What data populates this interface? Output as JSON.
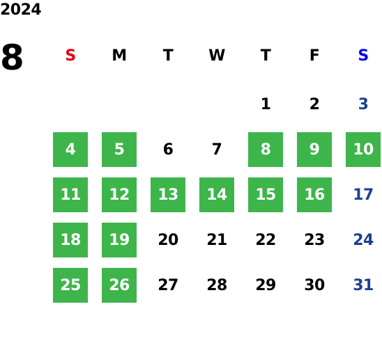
{
  "calendar": {
    "year": "2024",
    "month": "8",
    "weekdays": [
      {
        "label": "S",
        "kind": "sun-head"
      },
      {
        "label": "M",
        "kind": "plain"
      },
      {
        "label": "T",
        "kind": "plain"
      },
      {
        "label": "W",
        "kind": "plain"
      },
      {
        "label": "T",
        "kind": "plain"
      },
      {
        "label": "F",
        "kind": "plain"
      },
      {
        "label": "S",
        "kind": "sat-head"
      }
    ],
    "weeks": [
      [
        {
          "day": "",
          "highlight": false
        },
        {
          "day": "",
          "highlight": false
        },
        {
          "day": "",
          "highlight": false
        },
        {
          "day": "",
          "highlight": false
        },
        {
          "day": "1",
          "highlight": false
        },
        {
          "day": "2",
          "highlight": false
        },
        {
          "day": "3",
          "highlight": false
        }
      ],
      [
        {
          "day": "4",
          "highlight": true
        },
        {
          "day": "5",
          "highlight": true
        },
        {
          "day": "6",
          "highlight": false
        },
        {
          "day": "7",
          "highlight": false
        },
        {
          "day": "8",
          "highlight": true
        },
        {
          "day": "9",
          "highlight": true
        },
        {
          "day": "10",
          "highlight": true
        }
      ],
      [
        {
          "day": "11",
          "highlight": true
        },
        {
          "day": "12",
          "highlight": true
        },
        {
          "day": "13",
          "highlight": true
        },
        {
          "day": "14",
          "highlight": true
        },
        {
          "day": "15",
          "highlight": true
        },
        {
          "day": "16",
          "highlight": true
        },
        {
          "day": "17",
          "highlight": false
        }
      ],
      [
        {
          "day": "18",
          "highlight": true
        },
        {
          "day": "19",
          "highlight": true
        },
        {
          "day": "20",
          "highlight": false
        },
        {
          "day": "21",
          "highlight": false
        },
        {
          "day": "22",
          "highlight": false
        },
        {
          "day": "23",
          "highlight": false
        },
        {
          "day": "24",
          "highlight": false
        }
      ],
      [
        {
          "day": "25",
          "highlight": true
        },
        {
          "day": "26",
          "highlight": true
        },
        {
          "day": "27",
          "highlight": false
        },
        {
          "day": "28",
          "highlight": false
        },
        {
          "day": "29",
          "highlight": false
        },
        {
          "day": "30",
          "highlight": false
        },
        {
          "day": "31",
          "highlight": false
        }
      ]
    ]
  },
  "colors": {
    "highlight_bg": "#3db54a",
    "highlight_text": "#ffffff",
    "sunday_header": "#e8000b",
    "saturday_header": "#0000ee",
    "saturday_date": "#1e3f91",
    "default_text": "#000000"
  }
}
